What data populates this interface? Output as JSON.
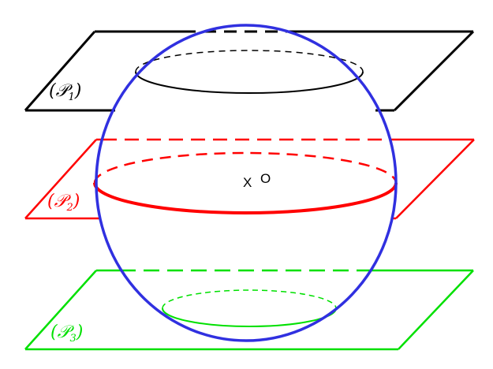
{
  "colors": {
    "plane_1": "#000000",
    "plane_2": "#ff0000",
    "plane_3": "#00e000",
    "sphere": "#3030e0",
    "background": "#ffffff"
  },
  "planes": [
    {
      "id": "P1",
      "label_script": "𝒫",
      "label_sub": "1"
    },
    {
      "id": "P2",
      "label_script": "𝒫",
      "label_sub": "2"
    },
    {
      "id": "P3",
      "label_script": "𝒫",
      "label_sub": "3"
    }
  ],
  "center": {
    "marker": "X",
    "label": "O"
  }
}
